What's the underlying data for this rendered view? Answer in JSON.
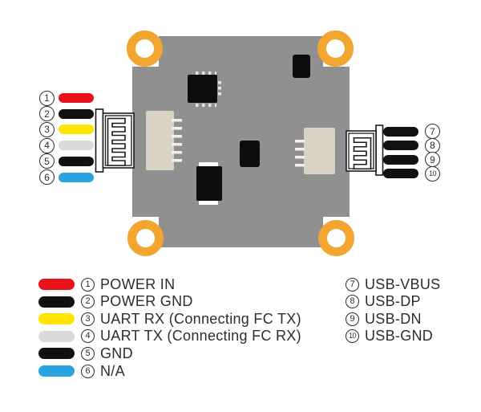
{
  "pins_left": [
    {
      "num": "1",
      "label": "POWER IN",
      "color": "#e8121c"
    },
    {
      "num": "2",
      "label": "POWER GND",
      "color": "#111111"
    },
    {
      "num": "3",
      "label": "UART RX (Connecting FC TX)",
      "color": "#ffe500"
    },
    {
      "num": "4",
      "label": "UART TX (Connecting FC RX)",
      "color": "#d9d9d9"
    },
    {
      "num": "5",
      "label": "GND",
      "color": "#111111"
    },
    {
      "num": "6",
      "label": "N/A",
      "color": "#29a4de"
    }
  ],
  "pins_right": [
    {
      "num": "7",
      "label": "USB-VBUS",
      "color": "#111111"
    },
    {
      "num": "8",
      "label": "USB-DP",
      "color": "#111111"
    },
    {
      "num": "9",
      "label": "USB-DN",
      "color": "#111111"
    },
    {
      "num": "10",
      "label": "USB-GND",
      "color": "#111111"
    }
  ],
  "board": {
    "pcb": "#909090",
    "mount_hole": "#f2a530",
    "socket": "#d9d3c4",
    "chip": "#0d0d0d",
    "pin_metal": "#e6e6e6",
    "outline": "#1a1a1a",
    "text": "#2d2d2d"
  }
}
